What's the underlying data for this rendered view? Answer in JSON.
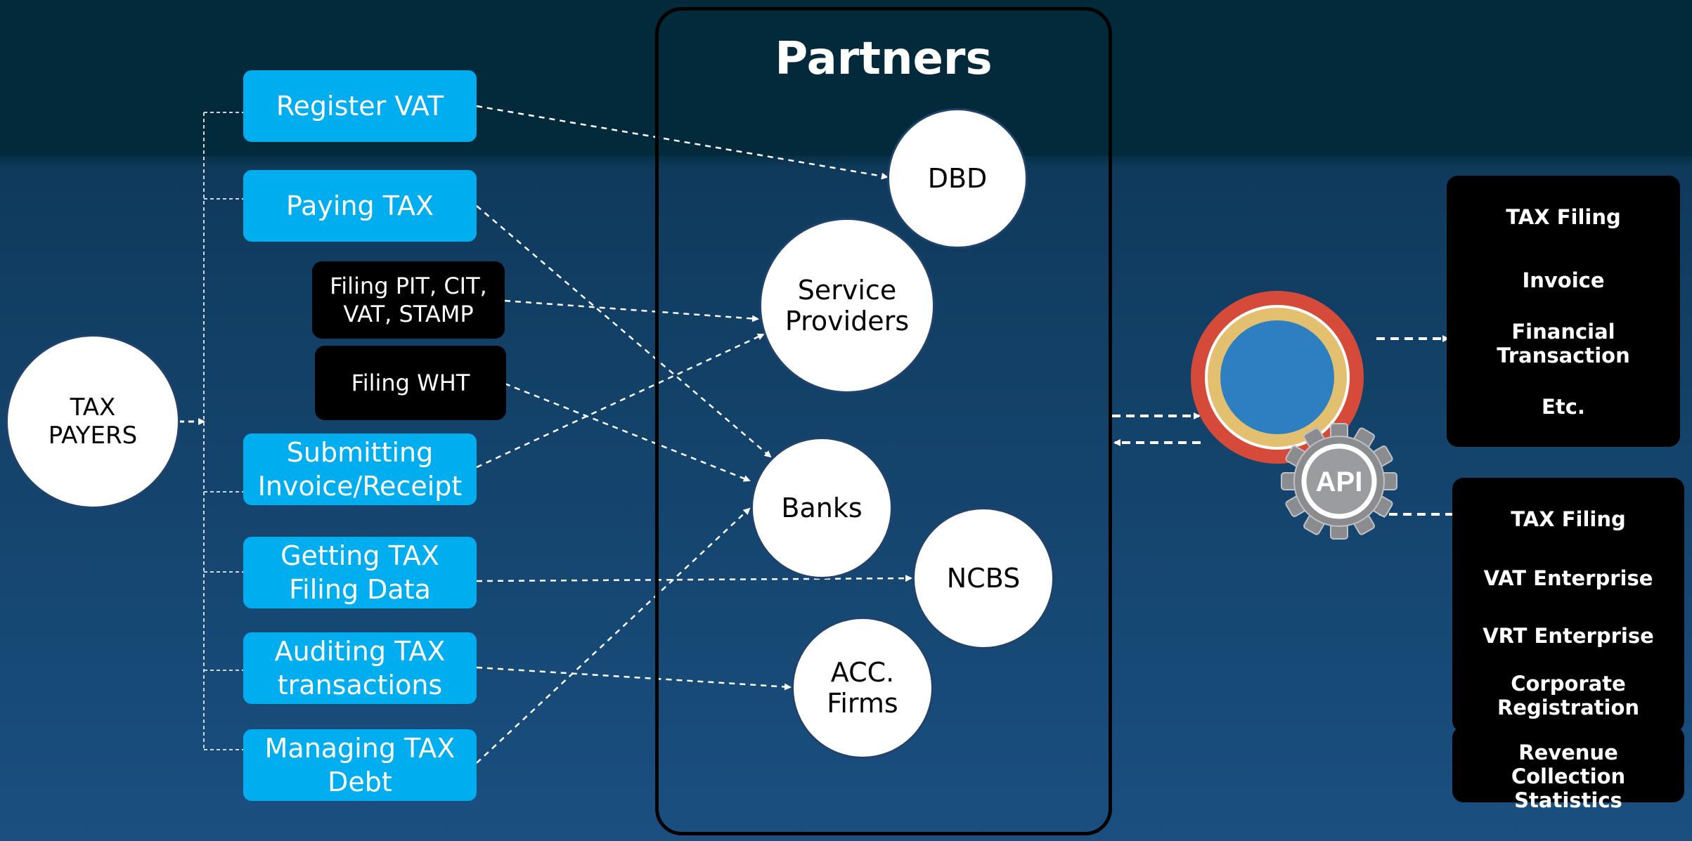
{
  "partners": {
    "title": "Partners"
  },
  "taxpayers": {
    "label": "TAX PAYERS"
  },
  "services": [
    {
      "label": "Register VAT"
    },
    {
      "label": "Paying TAX"
    },
    {
      "label": "Submitting Invoice/Receipt"
    },
    {
      "label": "Getting TAX Filing Data"
    },
    {
      "label": "Auditing TAX transactions"
    },
    {
      "label": "Managing TAX Debt"
    }
  ],
  "filings": [
    {
      "label": "Filing PIT, CIT, VAT, STAMP"
    },
    {
      "label": "Filing WHT"
    }
  ],
  "partner_nodes": [
    {
      "label": "DBD"
    },
    {
      "label": "Service Providers"
    },
    {
      "label": "Banks"
    },
    {
      "label": "NCBS"
    },
    {
      "label": "ACC. Firms"
    }
  ],
  "api": {
    "label": "API"
  },
  "outputs": [
    "TAX Filing",
    "Invoice",
    "Financial Transaction",
    "Etc."
  ],
  "inputs": [
    "TAX Filing",
    "VAT Enterprise",
    "VRT Enterprise",
    "Corporate Registration"
  ],
  "extra_input": "Revenue Collection Statistics",
  "colors": {
    "service_blue": "#00adef",
    "connector": "#ffffff",
    "panel_border": "#000000"
  }
}
